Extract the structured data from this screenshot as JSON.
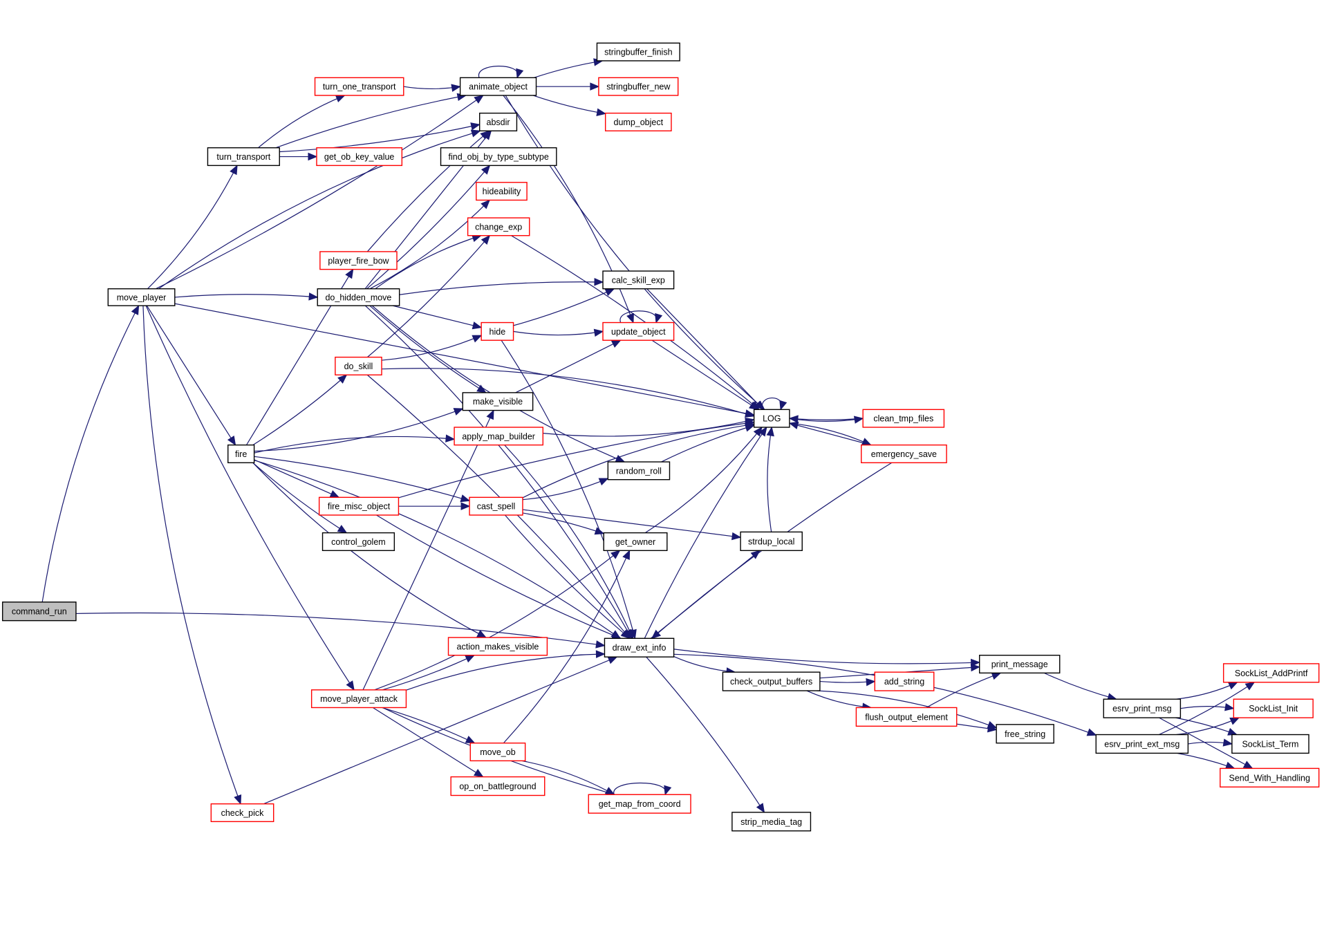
{
  "title": "Call graph: command_run",
  "legend": {
    "root_fill": "#bfbfbf",
    "normal_border": "#000000",
    "truncated_border": "#ff0000",
    "edge_color": "#191970"
  },
  "nodes": [
    {
      "id": "command_run",
      "label": "command_run",
      "style": "root"
    },
    {
      "id": "move_player",
      "label": "move_player",
      "style": "normal"
    },
    {
      "id": "turn_transport",
      "label": "turn_transport",
      "style": "normal"
    },
    {
      "id": "turn_one_transport",
      "label": "turn_one_transport",
      "style": "truncated"
    },
    {
      "id": "get_ob_key_value",
      "label": "get_ob_key_value",
      "style": "truncated"
    },
    {
      "id": "animate_object",
      "label": "animate_object",
      "style": "normal"
    },
    {
      "id": "stringbuffer_finish",
      "label": "stringbuffer_finish",
      "style": "normal"
    },
    {
      "id": "stringbuffer_new",
      "label": "stringbuffer_new",
      "style": "truncated"
    },
    {
      "id": "absdir",
      "label": "absdir",
      "style": "normal"
    },
    {
      "id": "dump_object",
      "label": "dump_object",
      "style": "truncated"
    },
    {
      "id": "find_obj_by_type_subtype",
      "label": "find_obj_by_type_subtype",
      "style": "normal"
    },
    {
      "id": "hideability",
      "label": "hideability",
      "style": "truncated"
    },
    {
      "id": "change_exp",
      "label": "change_exp",
      "style": "truncated"
    },
    {
      "id": "player_fire_bow",
      "label": "player_fire_bow",
      "style": "truncated"
    },
    {
      "id": "calc_skill_exp",
      "label": "calc_skill_exp",
      "style": "normal"
    },
    {
      "id": "do_hidden_move",
      "label": "do_hidden_move",
      "style": "normal"
    },
    {
      "id": "hide",
      "label": "hide",
      "style": "truncated"
    },
    {
      "id": "update_object",
      "label": "update_object",
      "style": "truncated"
    },
    {
      "id": "do_skill",
      "label": "do_skill",
      "style": "truncated"
    },
    {
      "id": "make_visible",
      "label": "make_visible",
      "style": "normal"
    },
    {
      "id": "LOG",
      "label": "LOG",
      "style": "normal"
    },
    {
      "id": "clean_tmp_files",
      "label": "clean_tmp_files",
      "style": "truncated"
    },
    {
      "id": "apply_map_builder",
      "label": "apply_map_builder",
      "style": "truncated"
    },
    {
      "id": "emergency_save",
      "label": "emergency_save",
      "style": "truncated"
    },
    {
      "id": "random_roll",
      "label": "random_roll",
      "style": "normal"
    },
    {
      "id": "fire",
      "label": "fire",
      "style": "normal"
    },
    {
      "id": "fire_misc_object",
      "label": "fire_misc_object",
      "style": "truncated"
    },
    {
      "id": "cast_spell",
      "label": "cast_spell",
      "style": "truncated"
    },
    {
      "id": "get_owner",
      "label": "get_owner",
      "style": "normal"
    },
    {
      "id": "strdup_local",
      "label": "strdup_local",
      "style": "normal"
    },
    {
      "id": "control_golem",
      "label": "control_golem",
      "style": "normal"
    },
    {
      "id": "action_makes_visible",
      "label": "action_makes_visible",
      "style": "truncated"
    },
    {
      "id": "draw_ext_info",
      "label": "draw_ext_info",
      "style": "normal"
    },
    {
      "id": "print_message",
      "label": "print_message",
      "style": "normal"
    },
    {
      "id": "check_output_buffers",
      "label": "check_output_buffers",
      "style": "normal"
    },
    {
      "id": "add_string",
      "label": "add_string",
      "style": "truncated"
    },
    {
      "id": "move_player_attack",
      "label": "move_player_attack",
      "style": "truncated"
    },
    {
      "id": "flush_output_element",
      "label": "flush_output_element",
      "style": "truncated"
    },
    {
      "id": "esrv_print_msg",
      "label": "esrv_print_msg",
      "style": "normal"
    },
    {
      "id": "SockList_AddPrintf",
      "label": "SockList_AddPrintf",
      "style": "truncated"
    },
    {
      "id": "SockList_Init",
      "label": "SockList_Init",
      "style": "truncated"
    },
    {
      "id": "free_string",
      "label": "free_string",
      "style": "normal"
    },
    {
      "id": "move_ob",
      "label": "move_ob",
      "style": "truncated"
    },
    {
      "id": "esrv_print_ext_msg",
      "label": "esrv_print_ext_msg",
      "style": "normal"
    },
    {
      "id": "SockList_Term",
      "label": "SockList_Term",
      "style": "normal"
    },
    {
      "id": "op_on_battleground",
      "label": "op_on_battleground",
      "style": "truncated"
    },
    {
      "id": "Send_With_Handling",
      "label": "Send_With_Handling",
      "style": "truncated"
    },
    {
      "id": "check_pick",
      "label": "check_pick",
      "style": "truncated"
    },
    {
      "id": "get_map_from_coord",
      "label": "get_map_from_coord",
      "style": "truncated"
    },
    {
      "id": "strip_media_tag",
      "label": "strip_media_tag",
      "style": "normal"
    }
  ],
  "edges": [
    [
      "command_run",
      "move_player"
    ],
    [
      "command_run",
      "draw_ext_info"
    ],
    [
      "move_player",
      "LOG"
    ],
    [
      "move_player",
      "animate_object"
    ],
    [
      "move_player",
      "turn_transport"
    ],
    [
      "move_player",
      "absdir"
    ],
    [
      "move_player",
      "do_hidden_move"
    ],
    [
      "move_player",
      "fire"
    ],
    [
      "move_player",
      "move_player_attack"
    ],
    [
      "move_player",
      "check_pick"
    ],
    [
      "turn_transport",
      "turn_one_transport"
    ],
    [
      "turn_transport",
      "animate_object"
    ],
    [
      "turn_transport",
      "get_ob_key_value"
    ],
    [
      "turn_transport",
      "absdir"
    ],
    [
      "turn_one_transport",
      "animate_object"
    ],
    [
      "animate_object",
      "animate_object"
    ],
    [
      "animate_object",
      "stringbuffer_finish"
    ],
    [
      "animate_object",
      "stringbuffer_new"
    ],
    [
      "animate_object",
      "dump_object"
    ],
    [
      "animate_object",
      "LOG"
    ],
    [
      "animate_object",
      "update_object"
    ],
    [
      "player_fire_bow",
      "absdir"
    ],
    [
      "do_hidden_move",
      "absdir"
    ],
    [
      "do_hidden_move",
      "find_obj_by_type_subtype"
    ],
    [
      "do_hidden_move",
      "hideability"
    ],
    [
      "do_hidden_move",
      "change_exp"
    ],
    [
      "do_hidden_move",
      "calc_skill_exp"
    ],
    [
      "do_hidden_move",
      "hide"
    ],
    [
      "do_hidden_move",
      "make_visible"
    ],
    [
      "do_hidden_move",
      "random_roll"
    ],
    [
      "do_hidden_move",
      "draw_ext_info"
    ],
    [
      "change_exp",
      "LOG"
    ],
    [
      "calc_skill_exp",
      "LOG"
    ],
    [
      "hide",
      "calc_skill_exp"
    ],
    [
      "hide",
      "update_object"
    ],
    [
      "hide",
      "draw_ext_info"
    ],
    [
      "update_object",
      "update_object"
    ],
    [
      "update_object",
      "LOG"
    ],
    [
      "do_skill",
      "change_exp"
    ],
    [
      "do_skill",
      "hide"
    ],
    [
      "do_skill",
      "LOG"
    ],
    [
      "do_skill",
      "draw_ext_info"
    ],
    [
      "make_visible",
      "update_object"
    ],
    [
      "LOG",
      "LOG"
    ],
    [
      "LOG",
      "clean_tmp_files"
    ],
    [
      "LOG",
      "emergency_save"
    ],
    [
      "clean_tmp_files",
      "LOG"
    ],
    [
      "emergency_save",
      "LOG"
    ],
    [
      "emergency_save",
      "draw_ext_info"
    ],
    [
      "apply_map_builder",
      "LOG"
    ],
    [
      "apply_map_builder",
      "draw_ext_info"
    ],
    [
      "random_roll",
      "LOG"
    ],
    [
      "fire",
      "player_fire_bow"
    ],
    [
      "fire",
      "do_skill"
    ],
    [
      "fire",
      "make_visible"
    ],
    [
      "fire",
      "apply_map_builder"
    ],
    [
      "fire",
      "cast_spell"
    ],
    [
      "fire",
      "fire_misc_object"
    ],
    [
      "fire",
      "control_golem"
    ],
    [
      "fire",
      "action_makes_visible"
    ],
    [
      "fire",
      "draw_ext_info"
    ],
    [
      "fire_misc_object",
      "LOG"
    ],
    [
      "fire_misc_object",
      "cast_spell"
    ],
    [
      "fire_misc_object",
      "draw_ext_info"
    ],
    [
      "cast_spell",
      "random_roll"
    ],
    [
      "cast_spell",
      "LOG"
    ],
    [
      "cast_spell",
      "get_owner"
    ],
    [
      "cast_spell",
      "strdup_local"
    ],
    [
      "cast_spell",
      "draw_ext_info"
    ],
    [
      "get_owner",
      "LOG"
    ],
    [
      "strdup_local",
      "LOG"
    ],
    [
      "draw_ext_info",
      "LOG"
    ],
    [
      "draw_ext_info",
      "strdup_local"
    ],
    [
      "draw_ext_info",
      "print_message"
    ],
    [
      "draw_ext_info",
      "check_output_buffers"
    ],
    [
      "draw_ext_info",
      "esrv_print_ext_msg"
    ],
    [
      "draw_ext_info",
      "strip_media_tag"
    ],
    [
      "check_output_buffers",
      "print_message"
    ],
    [
      "check_output_buffers",
      "add_string"
    ],
    [
      "check_output_buffers",
      "flush_output_element"
    ],
    [
      "check_output_buffers",
      "free_string"
    ],
    [
      "flush_output_element",
      "print_message"
    ],
    [
      "flush_output_element",
      "free_string"
    ],
    [
      "print_message",
      "esrv_print_msg"
    ],
    [
      "esrv_print_msg",
      "SockList_AddPrintf"
    ],
    [
      "esrv_print_msg",
      "SockList_Init"
    ],
    [
      "esrv_print_msg",
      "SockList_Term"
    ],
    [
      "esrv_print_msg",
      "Send_With_Handling"
    ],
    [
      "esrv_print_ext_msg",
      "SockList_AddPrintf"
    ],
    [
      "esrv_print_ext_msg",
      "SockList_Init"
    ],
    [
      "esrv_print_ext_msg",
      "SockList_Term"
    ],
    [
      "esrv_print_ext_msg",
      "Send_With_Handling"
    ],
    [
      "move_player_attack",
      "make_visible"
    ],
    [
      "move_player_attack",
      "action_makes_visible"
    ],
    [
      "move_player_attack",
      "get_owner"
    ],
    [
      "move_player_attack",
      "draw_ext_info"
    ],
    [
      "move_player_attack",
      "move_ob"
    ],
    [
      "move_player_attack",
      "op_on_battleground"
    ],
    [
      "move_player_attack",
      "get_map_from_coord"
    ],
    [
      "move_ob",
      "get_owner"
    ],
    [
      "move_ob",
      "get_map_from_coord"
    ],
    [
      "get_map_from_coord",
      "get_map_from_coord"
    ],
    [
      "check_pick",
      "draw_ext_info"
    ]
  ]
}
